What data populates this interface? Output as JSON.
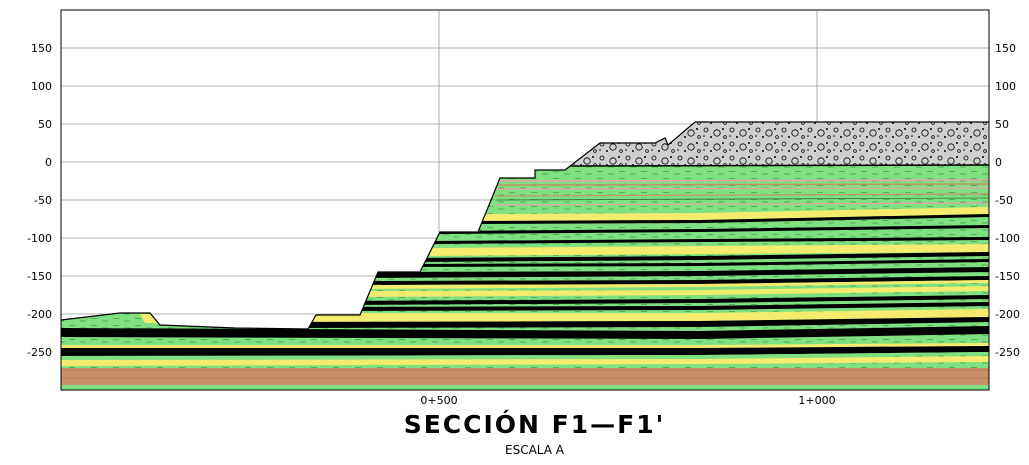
{
  "title": "SECCIÓN F1—F1'",
  "subtitle": "ESCALA A",
  "y_axis": {
    "ticks": [
      150,
      100,
      50,
      0,
      -50,
      -100,
      -150,
      -200,
      -250
    ],
    "labels": [
      "150",
      "100",
      "50",
      "0",
      "-50",
      "-100",
      "-150",
      "-200",
      "-250"
    ]
  },
  "x_axis": {
    "labels": [
      "0+500",
      "1+000"
    ]
  },
  "colors": {
    "green": "#7ee081",
    "yellow": "#f3ec6e",
    "black": "#000000",
    "brown": "#c98f68",
    "pink": "#e8a0a8",
    "gravel": "#cfcfcf",
    "grid": "#9a9a9a"
  }
}
